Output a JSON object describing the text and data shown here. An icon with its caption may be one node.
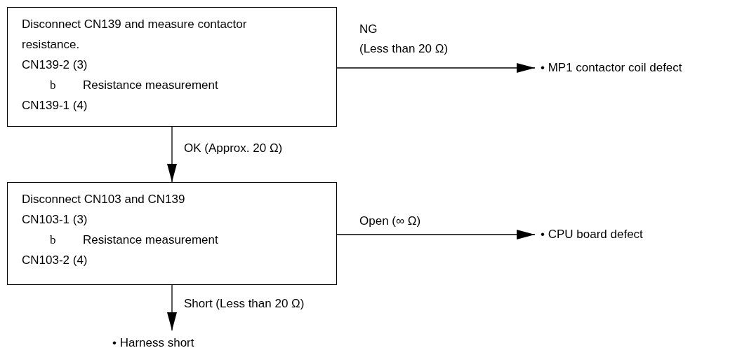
{
  "diagram": {
    "nodes": [
      {
        "text": [
          "Disconnect CN139 and measure contactor resistance.",
          "CN139-2 (3)",
          "b",
          "Resistance measurement",
          "CN139-1 (4)"
        ]
      },
      {
        "text": [
          "• MP1 contactor coil defect"
        ]
      },
      {
        "text": [
          "Disconnect CN103 and CN139",
          "CN103-1 (3)",
          "b",
          "Resistance measurement",
          "CN103-2 (4)"
        ]
      },
      {
        "text": [
          "• CPU board defect"
        ]
      },
      {
        "text": [
          "• Harness short"
        ]
      }
    ],
    "edges": [
      {
        "from": 0,
        "to": 1,
        "arrow": "to",
        "label": "NG (Less than 20 Ω)"
      },
      {
        "from": 0,
        "to": 2,
        "arrow": "to",
        "label": "OK (Approx. 20 Ω)"
      },
      {
        "from": 2,
        "to": 3,
        "arrow": "to",
        "label": "Open (∞ Ω)"
      },
      {
        "from": 2,
        "to": 4,
        "arrow": "to",
        "label": "Short (Less than 20 Ω)"
      }
    ]
  }
}
